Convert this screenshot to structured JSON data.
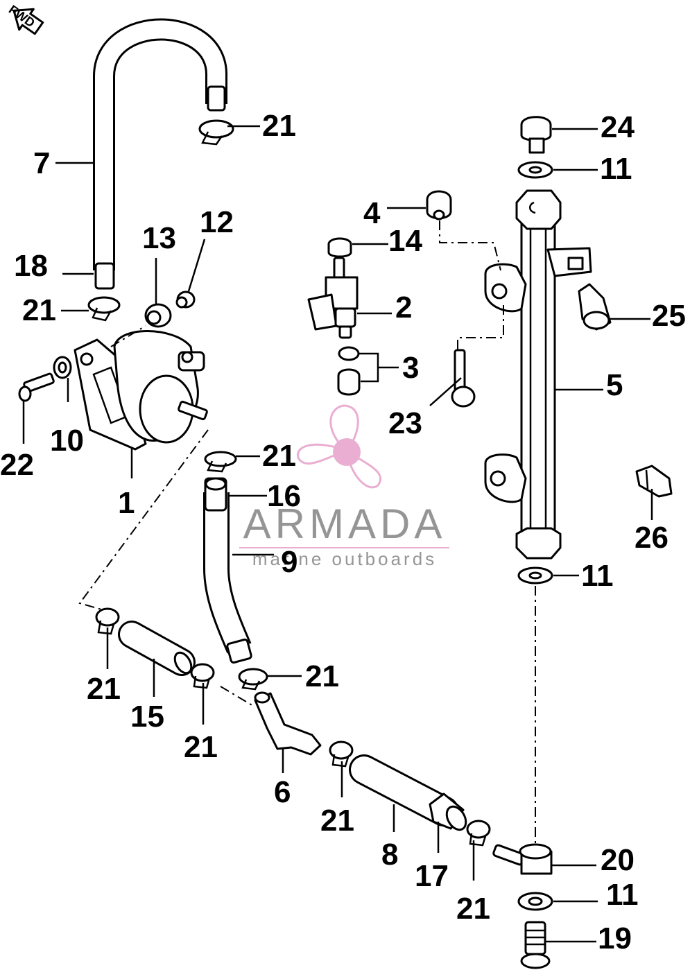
{
  "diagram": {
    "direction_marker": "FWD",
    "callouts": [
      "1",
      "2",
      "3",
      "4",
      "5",
      "6",
      "7",
      "8",
      "9",
      "10",
      "11",
      "12",
      "13",
      "14",
      "15",
      "16",
      "17",
      "18",
      "19",
      "20",
      "21",
      "22",
      "23",
      "24",
      "25",
      "26"
    ]
  },
  "watermark": {
    "brand": "ARMADA",
    "tagline": "marine outboards",
    "logo_color": "#e7a6cd"
  }
}
